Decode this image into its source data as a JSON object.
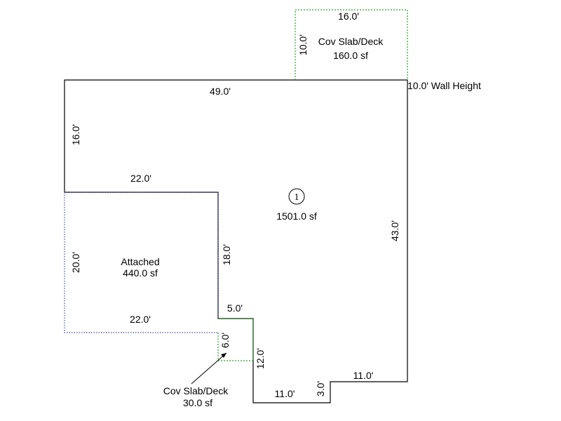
{
  "main_area": {
    "number": "1",
    "area": "1501.0 sf",
    "wall_height": "10.0' Wall Height",
    "dim_top": "49.0'",
    "dim_left": "16.0'",
    "dim_garage_top": "22.0'",
    "dim_inner": "18.0'",
    "dim_right": "43.0'",
    "dim_step_top": "5.0'",
    "dim_step_side": "12.0'",
    "dim_bottom_left": "11.0'",
    "dim_notch": "3.0'",
    "dim_bottom_right": "11.0'"
  },
  "garage": {
    "label": "Attached",
    "area": "440.0 sf",
    "dim_left": "20.0'",
    "dim_bottom": "22.0'"
  },
  "cov_slab_top": {
    "label": "Cov Slab/Deck",
    "area": "160.0 sf",
    "dim_width": "16.0'",
    "dim_depth": "10.0'"
  },
  "cov_slab_small": {
    "label": "Cov Slab/Deck",
    "area": "30.0 sf",
    "dim_side": "6.0'"
  }
}
